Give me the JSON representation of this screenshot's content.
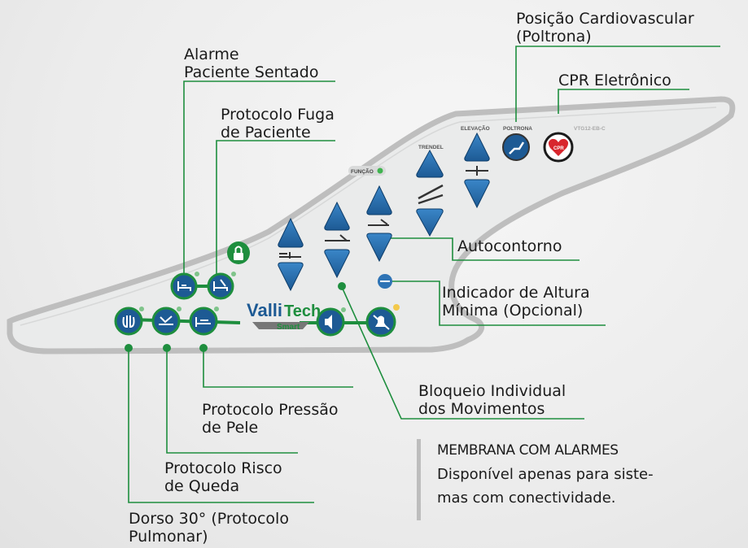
{
  "labels": {
    "posicao_cardiovascular": "Posição Cardiovascular\n(Poltrona)",
    "cpr_eletronico": "CPR Eletrônico",
    "alarme_paciente_sentado": "Alarme\nPaciente Sentado",
    "protocolo_fuga": "Protocolo Fuga\nde Paciente",
    "autocontorno": "Autocontorno",
    "indicador_altura": "Indicador de Altura\nMínima (Opcional)",
    "bloqueio_individual": "Bloqueio Individual\ndos Movimentos",
    "protocolo_pressao_pele": "Protocolo Pressão\nde Pele",
    "protocolo_risco_queda": "Protocolo Risco\nde Queda",
    "dorso_30": "Dorso 30° (Protocolo\nPulmonar)"
  },
  "note": {
    "title": "MEMBRANA COM ALARMES",
    "line1": "Disponível apenas para siste-",
    "line2": "mas com conectividade."
  },
  "panel": {
    "model": "VTG12-EB-C",
    "brand_main": "Valli",
    "brand_tech": "Tech",
    "brand_sub": "Smart",
    "led_label": "FUNÇÃO",
    "trendel": "TRENDEL",
    "elevacao": "ELEVAÇÃO",
    "poltrona": "POLTRONA",
    "cpr": "CPR"
  },
  "colors": {
    "accent_green": "#1e8e3e",
    "button_blue": "#1d5a94",
    "panel_fill": "#e9eaea",
    "panel_border": "#bdbdbd"
  }
}
